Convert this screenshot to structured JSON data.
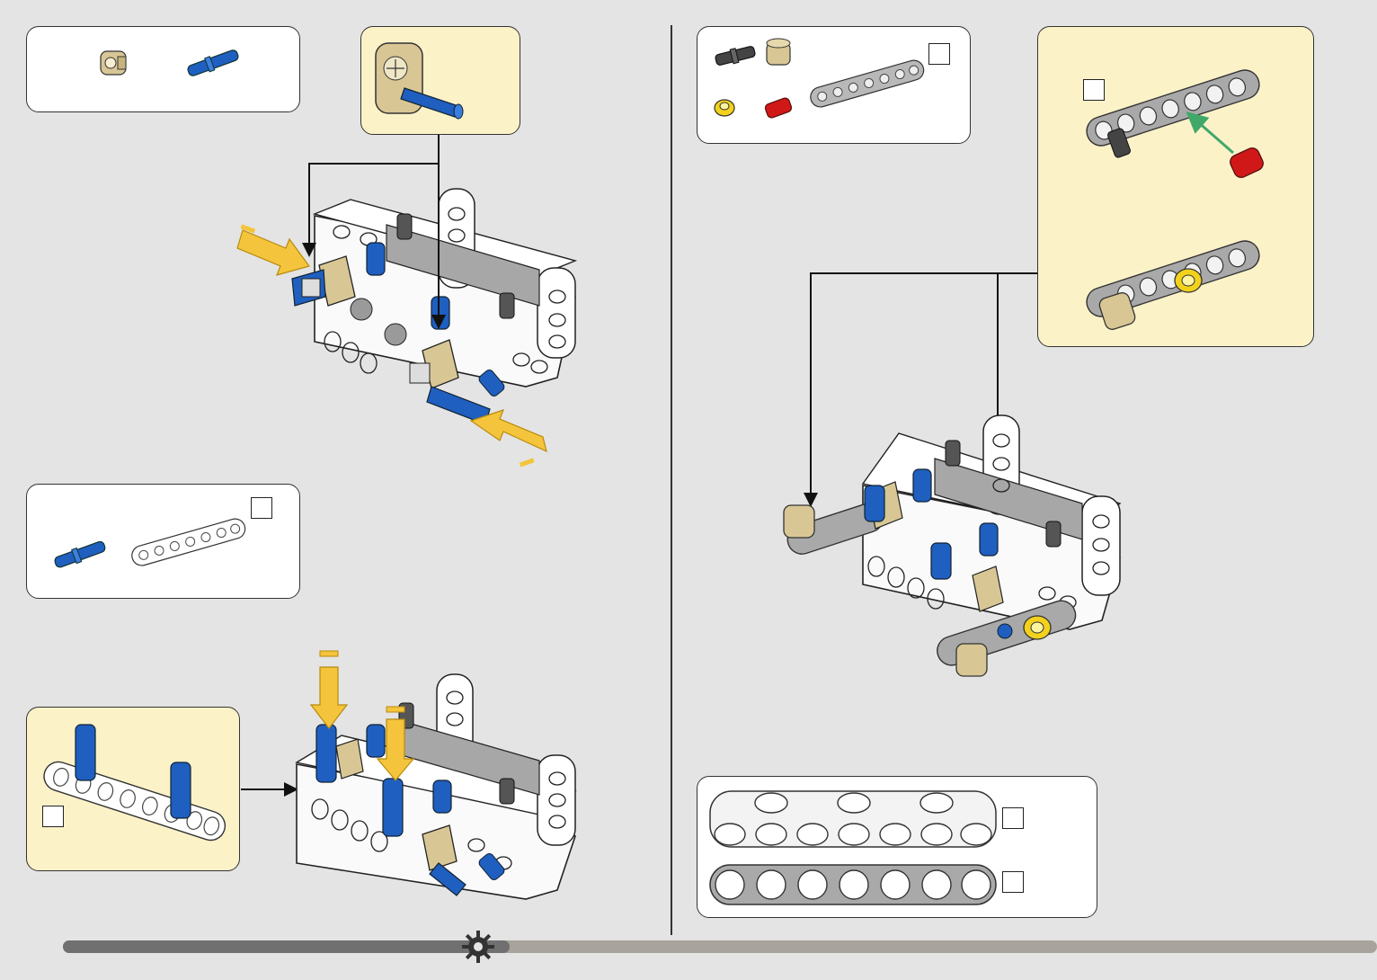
{
  "page": {
    "title": "",
    "background": "#e4e4e4"
  },
  "colors": {
    "tan": "#d8c795",
    "blue": "#1f5fbf",
    "gray": "#9a9a9a",
    "dark_gray": "#5a5a5a",
    "yellow": "#f2d21c",
    "red": "#d01818",
    "green": "#41a86a",
    "arrow_yellow": "#f4c43c",
    "callout": "#fcf2c8",
    "progress_dark": "#707070",
    "progress_light": "#a8a39c"
  },
  "steps": {
    "step1": {
      "parts": [
        {
          "name": "tan-angle-connector",
          "icon": "angle-connector-icon"
        },
        {
          "name": "blue-pin-long",
          "icon": "blue-pin-icon"
        }
      ]
    },
    "step2": {
      "parts": [
        {
          "name": "blue-pin-long",
          "icon": "blue-pin-icon"
        },
        {
          "name": "white-beam-7",
          "icon": "white-beam-icon"
        }
      ]
    },
    "step3": {
      "parts": [
        {
          "name": "black-axle-pin",
          "icon": "axle-pin-icon"
        },
        {
          "name": "tan-bush",
          "icon": "tan-bush-icon"
        },
        {
          "name": "yellow-bush",
          "icon": "yellow-bush-icon"
        },
        {
          "name": "red-pin",
          "icon": "red-pin-icon"
        },
        {
          "name": "gray-beam-7",
          "icon": "gray-beam-icon"
        }
      ]
    },
    "reference": {
      "beams": [
        {
          "name": "white-thick-beam",
          "icon": "thick-beam-icon"
        },
        {
          "name": "gray-beam-7",
          "icon": "gray-beam-icon"
        }
      ]
    }
  },
  "progress": {
    "fraction": 0.34,
    "icon": "gear-icon"
  }
}
